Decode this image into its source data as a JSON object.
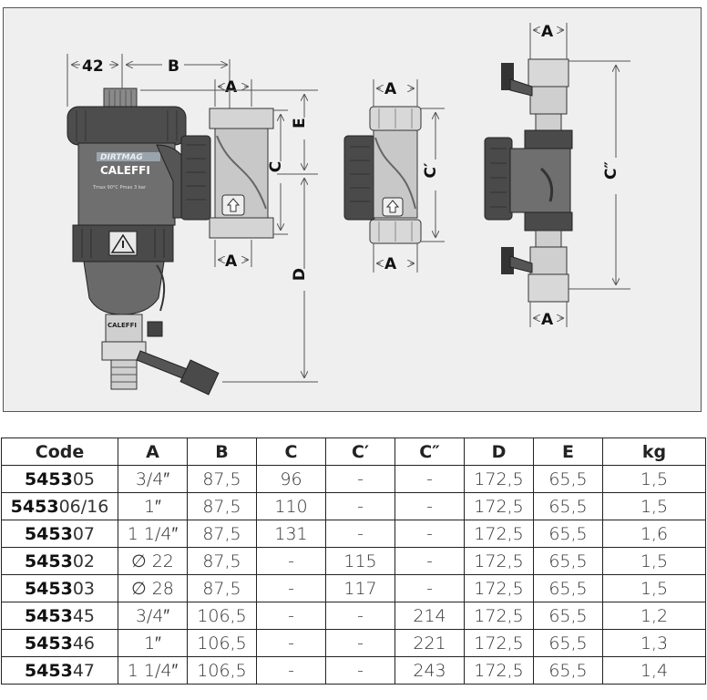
{
  "drawing": {
    "dims": {
      "d42": "42",
      "b": "B",
      "a_top_left": "A",
      "a_bottom_left": "A",
      "a_mid_top": "A",
      "a_mid_bottom": "A",
      "a_right_top": "A",
      "a_right_bottom": "A",
      "e": "E",
      "c": "C",
      "d": "D",
      "c_prime": "C′",
      "c_dprime": "C″"
    },
    "labels": {
      "brand1": "DIRTMAG",
      "brand2": "CALEFFI",
      "spec_text": "Tmax 90°C   Pmax 3 bar",
      "lower_brand": "CALEFFI"
    },
    "colors": {
      "body_grey": "#6f6f6f",
      "cap_dark": "#4a4a4a",
      "brass": "#cfcfcf"
    }
  },
  "table": {
    "headers": [
      "Code",
      "A",
      "B",
      "C",
      "C′",
      "C″",
      "D",
      "E",
      "kg"
    ],
    "rows": [
      {
        "code_bold": "5453",
        "code_rest": "05",
        "a": "3/4″",
        "b": "87,5",
        "c": "96",
        "c1": "-",
        "c2": "-",
        "d": "172,5",
        "e": "65,5",
        "kg": "1,5"
      },
      {
        "code_bold": "5453",
        "code_rest": "06/16",
        "a": "1″",
        "b": "87,5",
        "c": "110",
        "c1": "-",
        "c2": "-",
        "d": "172,5",
        "e": "65,5",
        "kg": "1,5"
      },
      {
        "code_bold": "5453",
        "code_rest": "07",
        "a": "1 1/4″",
        "b": "87,5",
        "c": "131",
        "c1": "-",
        "c2": "-",
        "d": "172,5",
        "e": "65,5",
        "kg": "1,6"
      },
      {
        "code_bold": "5453",
        "code_rest": "02",
        "a": "∅ 22",
        "b": "87,5",
        "c": "-",
        "c1": "115",
        "c2": "-",
        "d": "172,5",
        "e": "65,5",
        "kg": "1,5"
      },
      {
        "code_bold": "5453",
        "code_rest": "03",
        "a": "∅ 28",
        "b": "87,5",
        "c": "-",
        "c1": "117",
        "c2": "-",
        "d": "172,5",
        "e": "65,5",
        "kg": "1,5"
      },
      {
        "code_bold": "5453",
        "code_rest": "45",
        "a": "3/4″",
        "b": "106,5",
        "c": "-",
        "c1": "-",
        "c2": "214",
        "d": "172,5",
        "e": "65,5",
        "kg": "1,2"
      },
      {
        "code_bold": "5453",
        "code_rest": "46",
        "a": "1″",
        "b": "106,5",
        "c": "-",
        "c1": "-",
        "c2": "221",
        "d": "172,5",
        "e": "65,5",
        "kg": "1,3"
      },
      {
        "code_bold": "5453",
        "code_rest": "47",
        "a": "1 1/4″",
        "b": "106,5",
        "c": "-",
        "c1": "-",
        "c2": "243",
        "d": "172,5",
        "e": "65,5",
        "kg": "1,4"
      }
    ]
  }
}
